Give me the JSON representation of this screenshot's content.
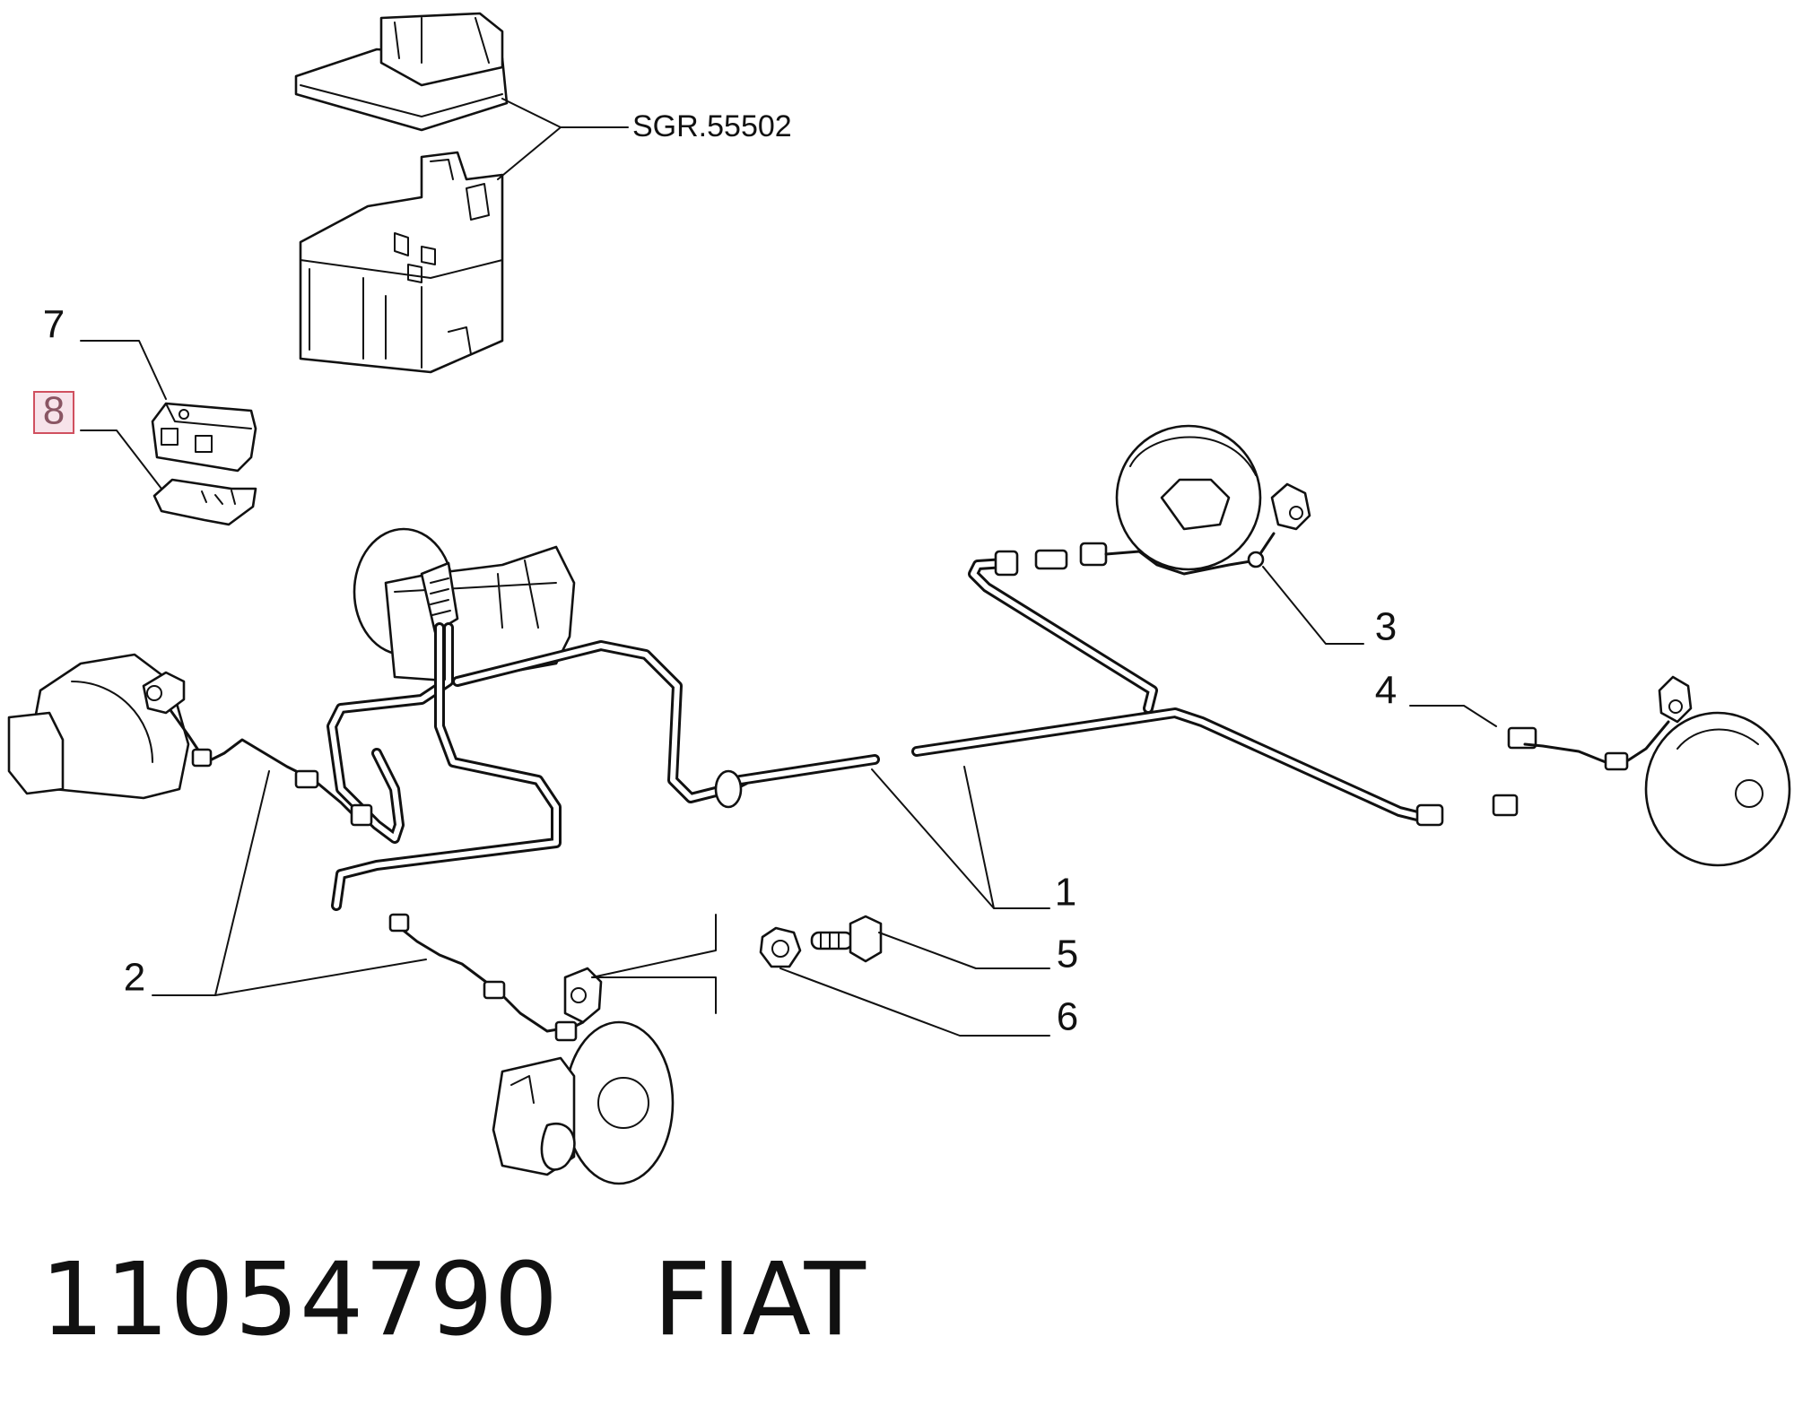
{
  "diagram": {
    "callouts": {
      "c1": "1",
      "c2": "2",
      "c3": "3",
      "c4": "4",
      "c5": "5",
      "c6": "6",
      "c7": "7",
      "c8": "8"
    },
    "reference": "SGR.55502",
    "highlighted_callout": "8",
    "highlight_color": "#f7e3ea",
    "highlight_border_color": "#d0505f"
  },
  "footer": {
    "part_number": "11054790",
    "brand": "FIAT"
  }
}
